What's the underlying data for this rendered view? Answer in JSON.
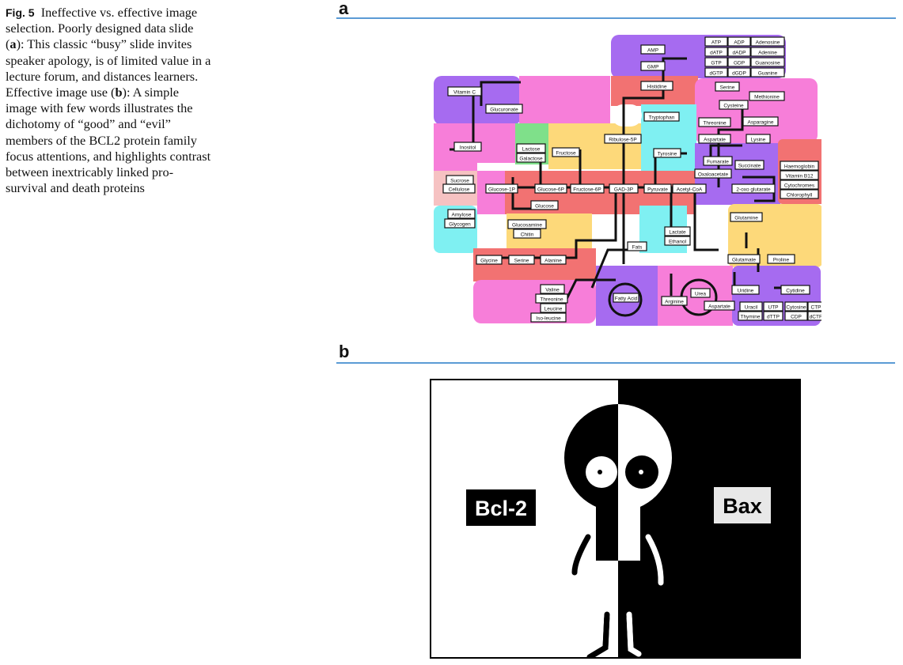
{
  "caption": {
    "fig_label": "Fig. 5",
    "text_1": "Ineffective vs. effective image selection. Poorly designed data slide (",
    "bold_a": "a",
    "text_2": "): This classic “busy” slide invites speaker apology, is of limited value in a lecture forum, and distances learners. Effective image use (",
    "bold_b": "b",
    "text_3": "): A simple image with few words illustrates the dichotomy of “good” and “evil” members of the BCL2 protein family focus attentions, and highlights contrast between inextricably linked pro-survival and death proteins"
  },
  "panels": {
    "a": "a",
    "b": "b"
  },
  "colors": {
    "rule": "#5b9bd5",
    "purple": "#a66bf0",
    "pink": "#f77ed9",
    "red": "#f27272",
    "cyan": "#7ff0f2",
    "yellow": "#fdd97a",
    "green": "#7fe08a",
    "lightpink": "#f6c2c2"
  },
  "pathway": {
    "labels": {
      "amp": "AMP",
      "gmp": "GMP",
      "atp": "ATP",
      "adp": "ADP",
      "adenosine": "Adenosine",
      "datp": "dATP",
      "dadp": "dADP",
      "adenine": "Adenine",
      "gtp": "GTP",
      "gdp": "GDP",
      "guanosine": "Guanosine",
      "dgtp": "dGTP",
      "dgdp": "dGDP",
      "guanine": "Guanine",
      "vitamin_c": "Vitamin C",
      "glucuronate": "Glucuronate",
      "histidine": "Histidine",
      "serine": "Serine",
      "methionine": "Methionine",
      "cysteine": "Cysteine",
      "tryptophan": "Tryptophan",
      "threonine": "Threonine",
      "asparagine": "Asparagine",
      "aspartate": "Aspartate",
      "lysine": "Lysine",
      "inositol": "Inositol",
      "lactose": "Lactose",
      "galactose": "Galactose",
      "fructose": "Fructose",
      "ribulose5p": "Ribulose-5P",
      "tyrosine": "Tyrosine",
      "fumarate": "Fumarate",
      "succinate": "Succinate",
      "haemoglobin": "Haemoglobin",
      "vitamin_b12": "Vitamin B12",
      "cytochromes": "Cytochromes",
      "chlorophyll": "Chlorophyll",
      "oxaloacetate": "Oxaloacetate",
      "oxoglutarate": "2-oxo glutarate",
      "sucrose": "Sucrose",
      "cellulose": "Cellulose",
      "glucose1p": "Glucose-1P",
      "glucose6p": "Glucose-6P",
      "fructose6p": "Fructose-6P",
      "gad3p": "GAD-3P",
      "pyruvate": "Pyruvate",
      "acetylcoa": "Acetyl-CoA",
      "glucose": "Glucose",
      "glutamine": "Glutamine",
      "amylose": "Amylose",
      "glycogen": "Glycogen",
      "glucosamine": "Glucosamine",
      "chitin": "Chitin",
      "lactate": "Lactate",
      "ethanol": "Ethanol",
      "fats": "Fats",
      "glutamate": "Glutamate",
      "proline": "Proline",
      "glycine": "Glycine",
      "serine2": "Serine",
      "alanine": "Alanine",
      "valine": "Valine",
      "threonine2": "Threonine",
      "leucine": "Leucine",
      "isoleucine": "Iso-leucine",
      "fatty_acid": "Fatty Acid",
      "urea": "Urea",
      "arginine": "Arginine",
      "aspartate2": "Aspartate",
      "uridine": "Uridine",
      "cytidine": "Cytidine",
      "uracil": "Uracil",
      "utp": "UTP",
      "cytosine": "Cytosine",
      "ctp": "CTP",
      "thymine": "Thymine",
      "dttp": "dTTP",
      "cdp": "CDP",
      "dctp": "dCTP"
    }
  },
  "cartoon": {
    "left_label": "Bcl-2",
    "right_label": "Bax"
  }
}
